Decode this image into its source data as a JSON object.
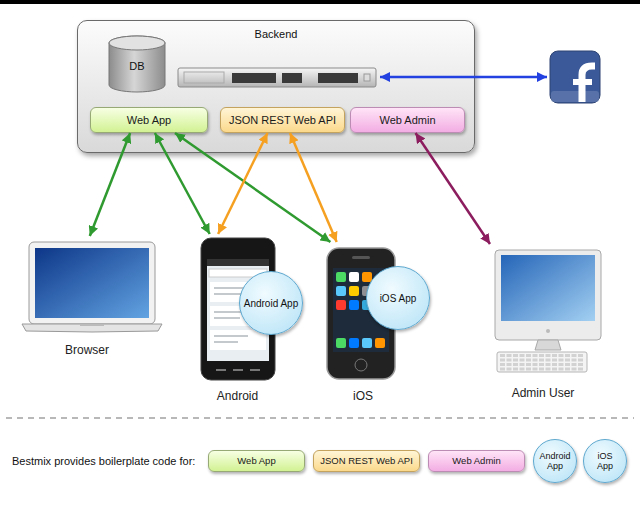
{
  "diagram": {
    "nodes": [
      {
        "text": [
          "Backend"
        ]
      },
      {
        "text": [
          "DB"
        ],
        "in": 0
      },
      {
        "text": [
          "Web App"
        ],
        "in": 0
      },
      {
        "text": [
          "JSON REST Web API"
        ],
        "in": 0
      },
      {
        "text": [
          "Web Admin"
        ],
        "in": 0
      },
      {
        "text": [
          "Browser"
        ]
      },
      {
        "text": [
          "Android"
        ]
      },
      {
        "text": [
          "Android App"
        ],
        "in": 6
      },
      {
        "text": [
          "iOS"
        ]
      },
      {
        "text": [
          "iOS App"
        ],
        "in": 8
      },
      {
        "text": [
          "Admin User"
        ]
      },
      {
        "text": [
          "Web App"
        ]
      },
      {
        "text": [
          "JSON REST Web API"
        ]
      },
      {
        "text": [
          "Web Admin"
        ]
      },
      {
        "text": [
          "Android App"
        ]
      },
      {
        "text": [
          "iOS App"
        ]
      }
    ],
    "edges": [
      {
        "from": 2,
        "to": 5,
        "arrow": "both"
      },
      {
        "from": 2,
        "to": 6,
        "arrow": "both"
      },
      {
        "from": 2,
        "to": 8,
        "arrow": "both"
      },
      {
        "from": 3,
        "to": 6,
        "arrow": "both"
      },
      {
        "from": 3,
        "to": 8,
        "arrow": "both"
      },
      {
        "from": 4,
        "to": 10,
        "arrow": "both"
      }
    ],
    "labels": [
      "Bestmix provides boilerplate code for:"
    ]
  }
}
